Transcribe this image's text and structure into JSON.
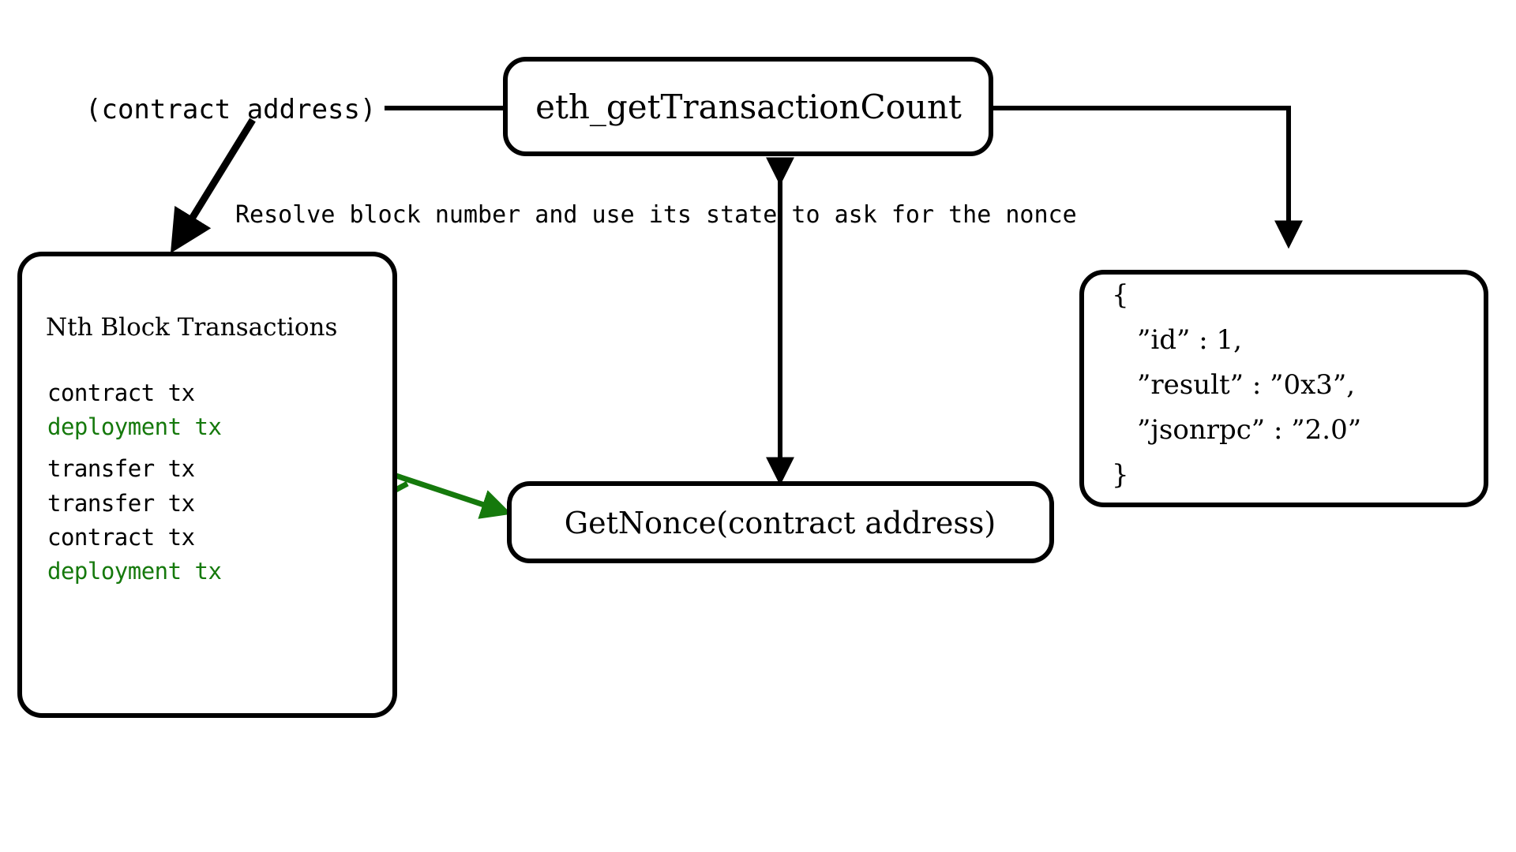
{
  "diagram": {
    "title_node": {
      "label": "eth_getTransactionCount"
    },
    "input_label": {
      "text": "(contract address)"
    },
    "edge_labels": {
      "resolve": "Resolve block number and use its state to ask for the nonce"
    },
    "block_panel": {
      "heading": "Nth Block Transactions",
      "transactions": [
        {
          "label": "contract tx",
          "kind": "contract",
          "color": "#000000"
        },
        {
          "label": "deployment tx",
          "kind": "deployment",
          "color": "#15790c"
        },
        {
          "label": "transfer tx",
          "kind": "transfer",
          "color": "#000000"
        },
        {
          "label": "transfer tx",
          "kind": "transfer",
          "color": "#000000"
        },
        {
          "label": "contract tx",
          "kind": "contract",
          "color": "#000000"
        },
        {
          "label": "deployment tx",
          "kind": "deployment",
          "color": "#15790c"
        }
      ]
    },
    "getnonce_node": {
      "label": "GetNonce(contract address)"
    },
    "response_node": {
      "lines": [
        "{",
        "”id” : 1,",
        "”result” : ”0x3”,",
        "”jsonrpc” : ”2.0”",
        "}"
      ]
    },
    "colors": {
      "stroke": "#000000",
      "background": "#ffffff",
      "highlight_green": "#15790c"
    }
  }
}
